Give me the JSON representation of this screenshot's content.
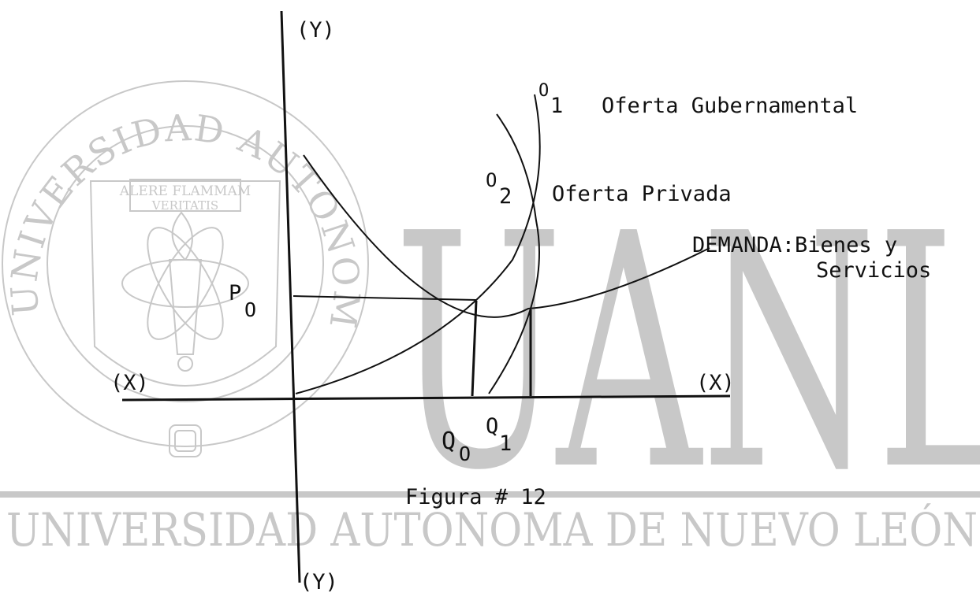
{
  "watermark": {
    "seal_ring_text": "UNIVERSIDAD AUTONOMA DE NUEVO LEON",
    "seal_motto_line1": "ALERE FLAMMAM",
    "seal_motto_line2": "VERITATIS",
    "big_letters": "UANL",
    "bottom_band_text": "UNIVERSIDAD AUTÓNOMA DE NUEVO LEÓN",
    "color": "#c8c8c8"
  },
  "axes": {
    "y_top": "(Y)",
    "y_bottom": "(Y)",
    "x_left": "(X)",
    "x_right": "(X)"
  },
  "curves": {
    "o1_label": "O",
    "o1_sub": "1",
    "o1_name": "Oferta Gubernamental",
    "o2_label": "O",
    "o2_sub": "2",
    "o2_name": "Oferta Privada",
    "demand_line1": "DEMANDA:Bienes y",
    "demand_line2": "Servicios"
  },
  "points": {
    "p_label": "P",
    "p_sub": "O",
    "q0_label": "Q",
    "q0_sub": "O",
    "q1_label": "Q",
    "q1_sub": "1"
  },
  "caption": "Figura # 12"
}
